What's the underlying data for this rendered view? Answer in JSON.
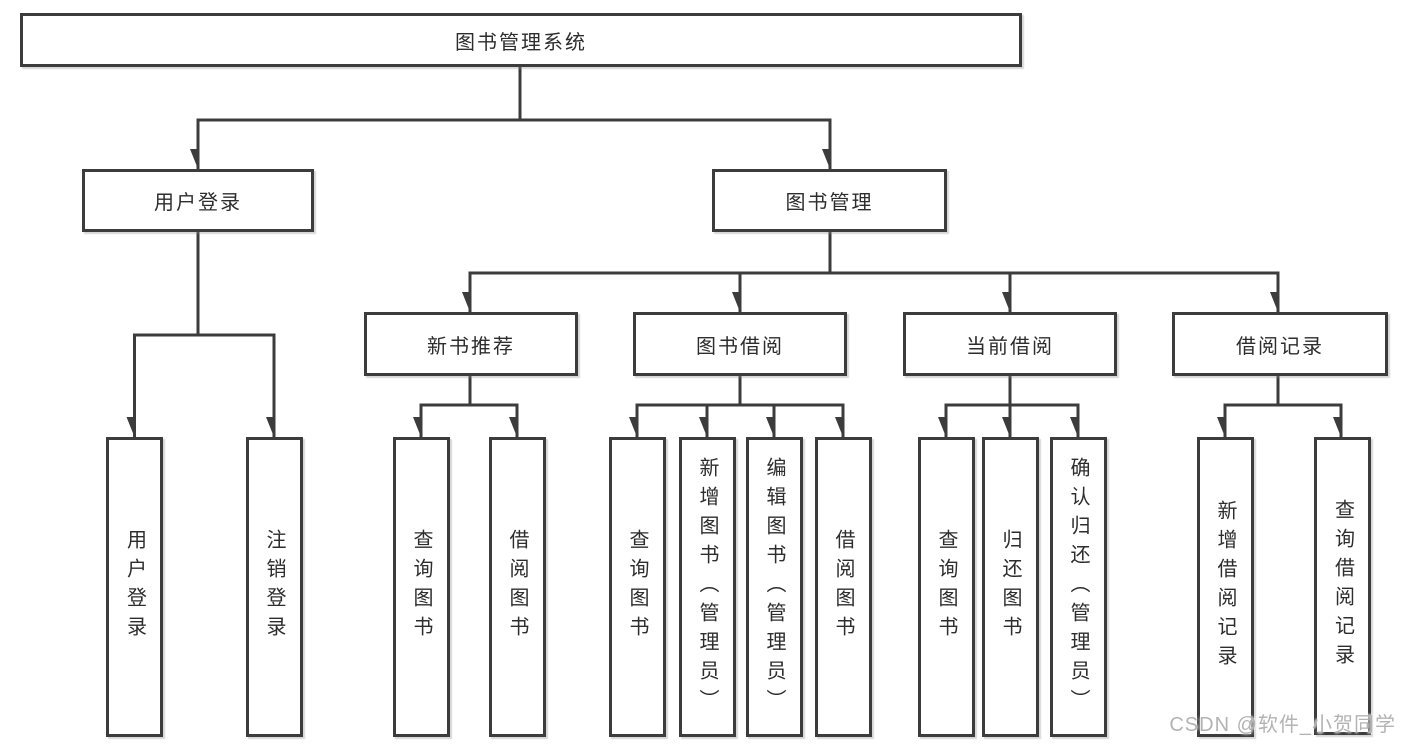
{
  "diagram": {
    "title": "图书管理系统",
    "nodes": {
      "root": "图书管理系统",
      "user_login": "用户登录",
      "book_mgmt": "图书管理",
      "new_book_rec": "新书推荐",
      "book_borrow": "图书借阅",
      "current_borrow": "当前借阅",
      "borrow_records": "借阅记录",
      "leaf_user_login": "用户登录",
      "leaf_logout": "注销登录",
      "leaf_nbr_query_book": "查询图书",
      "leaf_nbr_borrow_book": "借阅图书",
      "leaf_bb_query_book": "查询图书",
      "leaf_bb_add_book_admin": "新增图书（管理员）",
      "leaf_bb_edit_book_admin": "编辑图书（管理员）",
      "leaf_bb_borrow_book": "借阅图书",
      "leaf_cb_query_book": "查询图书",
      "leaf_cb_return_book": "归还图书",
      "leaf_cb_confirm_return_admin": "确认归还（管理员）",
      "leaf_br_add_record": "新增借阅记录",
      "leaf_br_query_record": "查询借阅记录"
    },
    "structure": {
      "图书管理系统": {
        "用户登录": [
          "用户登录",
          "注销登录"
        ],
        "图书管理": {
          "新书推荐": [
            "查询图书",
            "借阅图书"
          ],
          "图书借阅": [
            "查询图书",
            "新增图书（管理员）",
            "编辑图书（管理员）",
            "借阅图书"
          ],
          "当前借阅": [
            "查询图书",
            "归还图书",
            "确认归还（管理员）"
          ],
          "借阅记录": [
            "新增借阅记录",
            "查询借阅记录"
          ]
        }
      }
    }
  },
  "watermark": {
    "text": "CSDN @软件_小贺同学"
  },
  "colors": {
    "line": "#3c3c3c",
    "box_border": "#3c3c3c",
    "text": "#2d2d2d",
    "background": "#ffffff",
    "watermark": "#acacac"
  }
}
